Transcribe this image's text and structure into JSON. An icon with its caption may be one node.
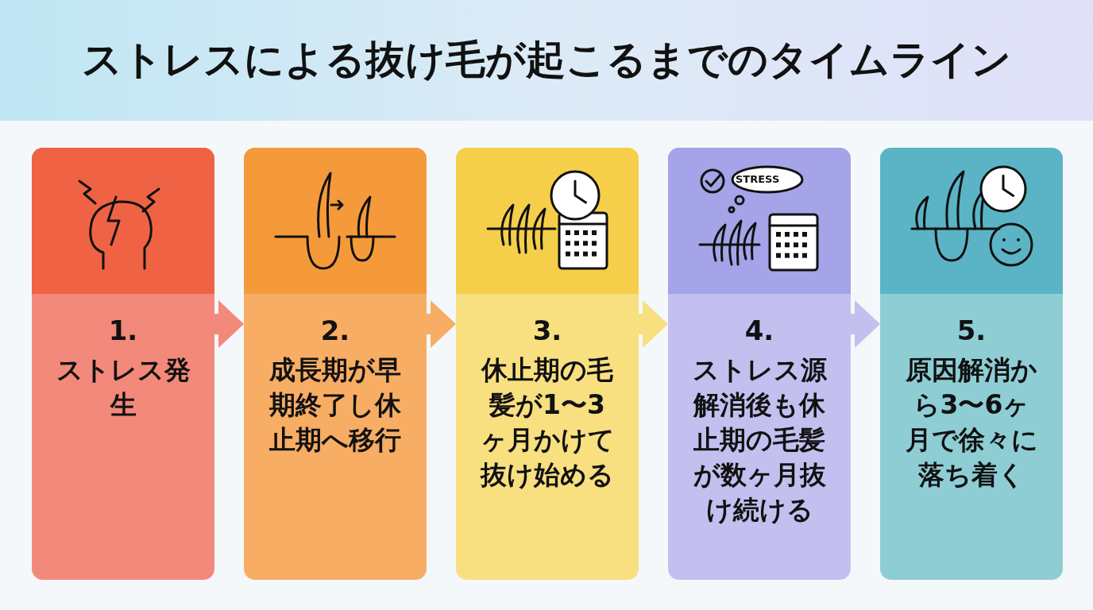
{
  "diagram": {
    "title": "ストレスによる抜け毛が起こるまでのタイムライン",
    "nodes": [
      {
        "text": [
          "1.",
          "ストレス発生"
        ]
      },
      {
        "text": [
          "2.",
          "成長期が早期終了し休止期へ移行"
        ]
      },
      {
        "text": [
          "3.",
          "休止期の毛髪が1〜3ヶ月かけて抜け始める"
        ]
      },
      {
        "text": [
          "4.",
          "ストレス源解消後も休止期の毛髪が数ヶ月抜け続ける"
        ]
      },
      {
        "text": [
          "5.",
          "原因解消から3〜6ヶ月で徐々に落ち着く"
        ]
      }
    ],
    "edges": [
      {
        "from": 0,
        "to": 1,
        "arrow": "to",
        "color": "#f3897a"
      },
      {
        "from": 1,
        "to": 2,
        "arrow": "to",
        "color": "#f8ad64"
      },
      {
        "from": 2,
        "to": 3,
        "arrow": "to",
        "color": "#f8df80"
      },
      {
        "from": 3,
        "to": 4,
        "arrow": "to",
        "color": "#c3c0f0"
      }
    ],
    "labels": [
      "STRESS"
    ]
  }
}
